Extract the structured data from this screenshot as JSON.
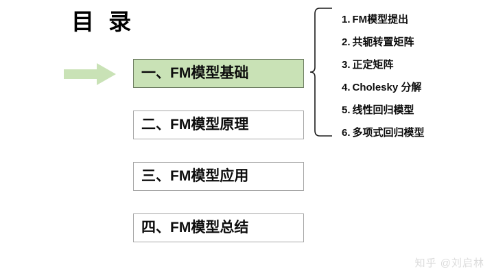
{
  "slide": {
    "title": "目 录",
    "accent_green": "#c9e2b6",
    "border_gray": "#a6a6a6",
    "text_color": "#0d0d0d",
    "background": "#ffffff"
  },
  "pointer": {
    "icon": "right-arrow-icon",
    "color": "#c9e2b6",
    "points_to": "一、FM模型基础"
  },
  "agenda": {
    "items": [
      {
        "label": "一、FM模型基础",
        "selected": true
      },
      {
        "label": "二、FM模型原理",
        "selected": false
      },
      {
        "label": "三、FM模型应用",
        "selected": false
      },
      {
        "label": "四、FM模型总结",
        "selected": false
      }
    ]
  },
  "connector": {
    "icon": "curly-brace-icon",
    "from": "一、FM模型基础",
    "to": "sub-topic-list"
  },
  "sub_list": {
    "items": [
      {
        "num": "1.",
        "label": "FM模型提出"
      },
      {
        "num": "2.",
        "label": "共轭转置矩阵"
      },
      {
        "num": "3.",
        "label": "正定矩阵"
      },
      {
        "num": "4.",
        "label": "Cholesky 分解"
      },
      {
        "num": "5.",
        "label": "线性回归模型"
      },
      {
        "num": "6.",
        "label": "多项式回归模型"
      }
    ]
  },
  "watermark": {
    "text": "知乎 @刘启林"
  }
}
